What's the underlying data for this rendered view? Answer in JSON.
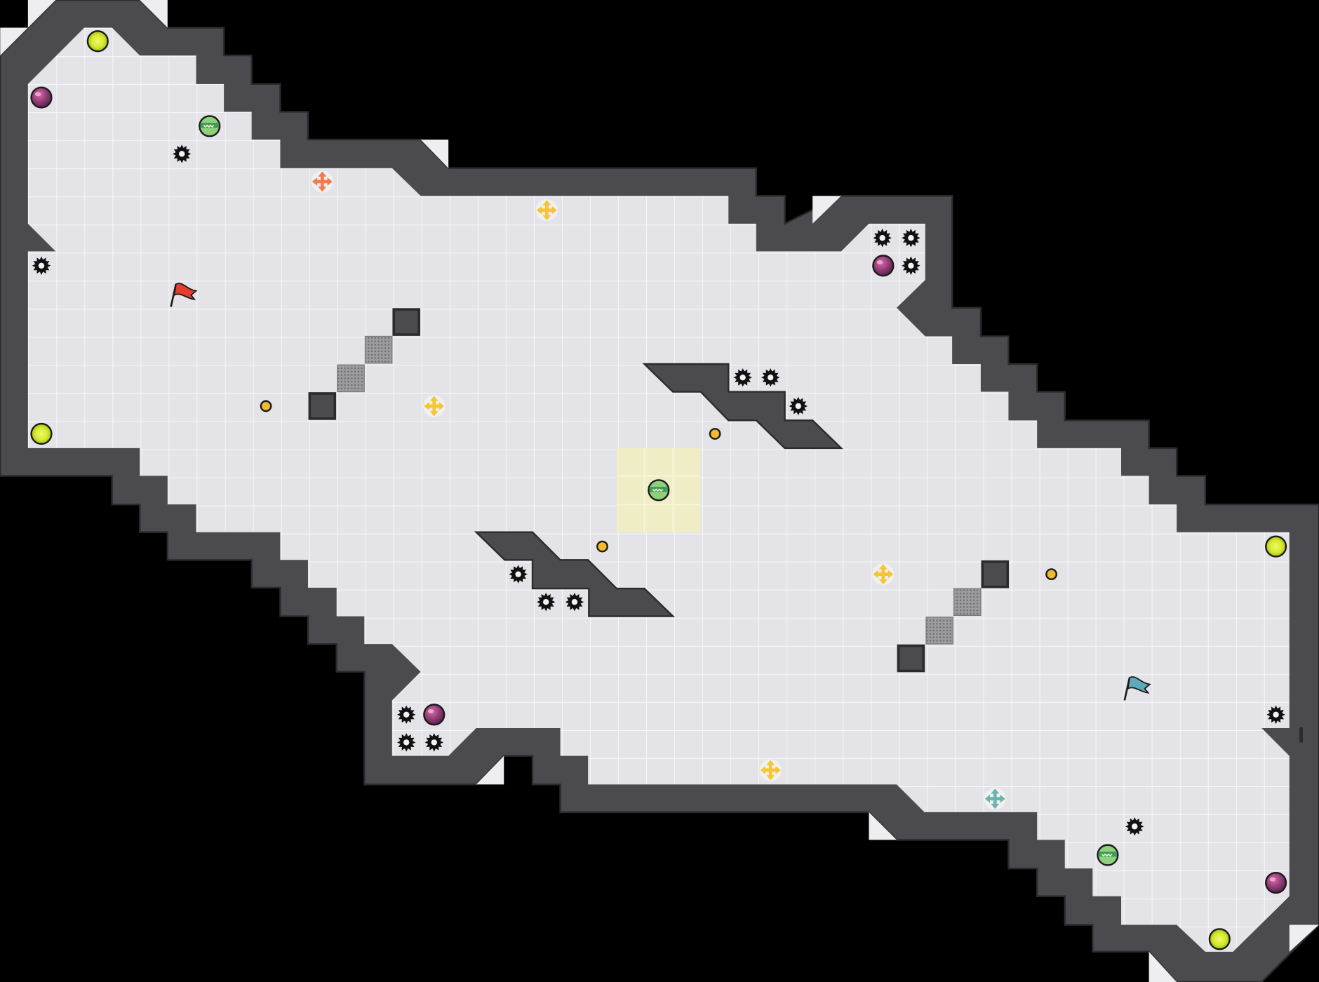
{
  "game": {
    "type": "top-down tile map",
    "colors": {
      "background": "#000000",
      "floor": "#e4e4e8",
      "grid": "#f6f6f8",
      "wall": "#4a4a4f",
      "wall_edge": "#2b2b2e",
      "bevel": "#eeeef0",
      "center_zone": "#f1efbf",
      "gate": "#8a8a8e",
      "ball_yellow": "#d8ec35",
      "ball_purple": "#8e3a73",
      "flag_red": "#e23d2d",
      "flag_teal": "#5fa9bd",
      "boost_yellow": "#f7c533",
      "boost_orange": "#f47a4b",
      "boost_teal": "#6cb5ac",
      "dot": "#f2bb2b",
      "hazard": "#111111"
    },
    "entities": {
      "flags": [
        {
          "team": "red",
          "icon": "flag-red-icon"
        },
        {
          "team": "teal",
          "icon": "flag-teal-icon"
        }
      ],
      "boosts": [
        "boost-orange-icon",
        "boost-yellow-icon",
        "boost-teal-icon"
      ],
      "powerups": [
        "ball-yellow-icon",
        "ball-purple-icon",
        "ball-green-striped-icon"
      ],
      "hazards": [
        "spike-icon"
      ],
      "pickups": [
        "yellow-dot-icon"
      ],
      "walls": [
        "block-icon",
        "gate-icon"
      ]
    }
  }
}
